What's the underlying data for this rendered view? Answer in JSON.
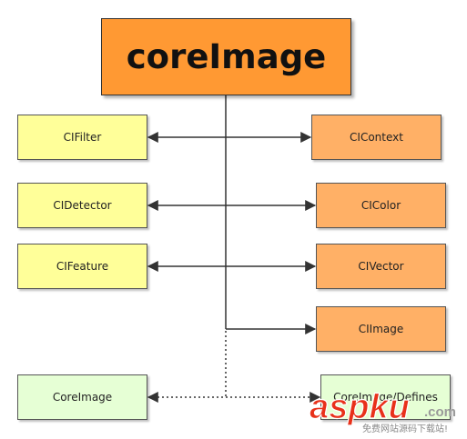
{
  "colors": {
    "title_fill": "#FF9933",
    "orange_fill": "#FFB066",
    "yellow_fill": "#FFFF99",
    "green_fill": "#E6FFD5",
    "line": "#333333"
  },
  "nodes": {
    "root": "coreImage",
    "cifilter": "CIFilter",
    "cidetector": "CIDetector",
    "cifeature": "CIFeature",
    "coreimage_framework": "CoreImage",
    "cicontext": "CIContext",
    "cicolor": "CIColor",
    "civector": "CIVector",
    "ciimage": "CIImage",
    "coreimage_defines": "CoreImage/Defines"
  },
  "watermark": {
    "brand": "aspku",
    "suffix": ".com",
    "tagline": "免费网站源码下载站!"
  }
}
